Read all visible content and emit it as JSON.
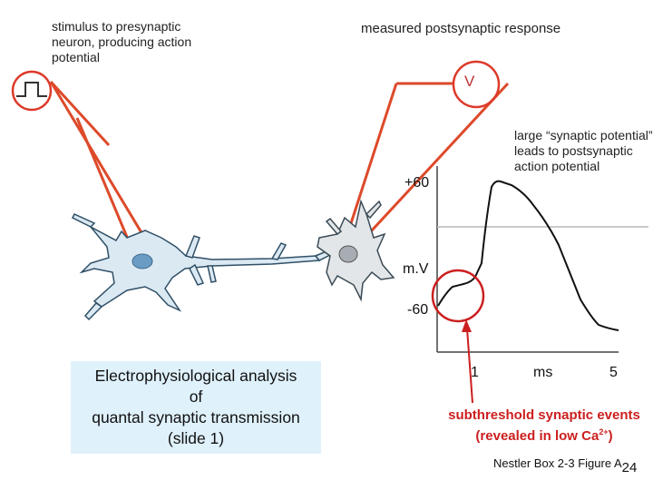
{
  "stimulus_label": "stimulus to presynaptic neuron, producing action potential",
  "response_label": "measured postsynaptic response",
  "voltmeter_label": "V",
  "large_potential_label": "large “synaptic potential” leads to postsynaptic action potential",
  "axis": {
    "top_tick": "+60",
    "unit": "m.V",
    "bottom_tick": "-60",
    "x_tick_1": "1",
    "x_unit": "ms",
    "x_tick_5": "5"
  },
  "slide_title": {
    "line1": "Electrophysiological analysis",
    "line2": "of",
    "line3": "quantal synaptic transmission",
    "line4": "(slide 1)"
  },
  "subthreshold": {
    "line1": "subthreshold synaptic events",
    "line2_pre": "(revealed in low Ca",
    "line2_sup": "2+",
    "line2_post": ")"
  },
  "citation": "Nestler Box 2-3 Figure A",
  "page_number": "24",
  "colors": {
    "electrode": "#dd4a2a",
    "highlight": "#cc1f1f",
    "neuron_fill": "#dbe9f3",
    "neuron_outline": "#2f4f66",
    "title_bg": "#dff1fb"
  }
}
